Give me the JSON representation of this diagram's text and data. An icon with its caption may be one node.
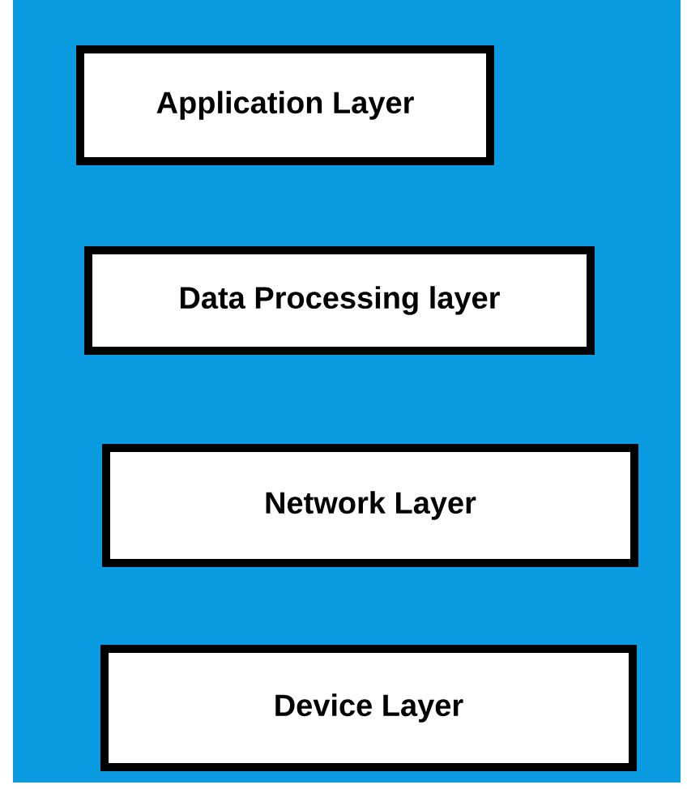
{
  "diagram": {
    "nodes": [
      {
        "text": [
          "Application Layer"
        ]
      },
      {
        "text": [
          "Data Processing layer"
        ]
      },
      {
        "text": [
          "Network Layer"
        ]
      },
      {
        "text": [
          "Device Layer"
        ]
      }
    ]
  }
}
